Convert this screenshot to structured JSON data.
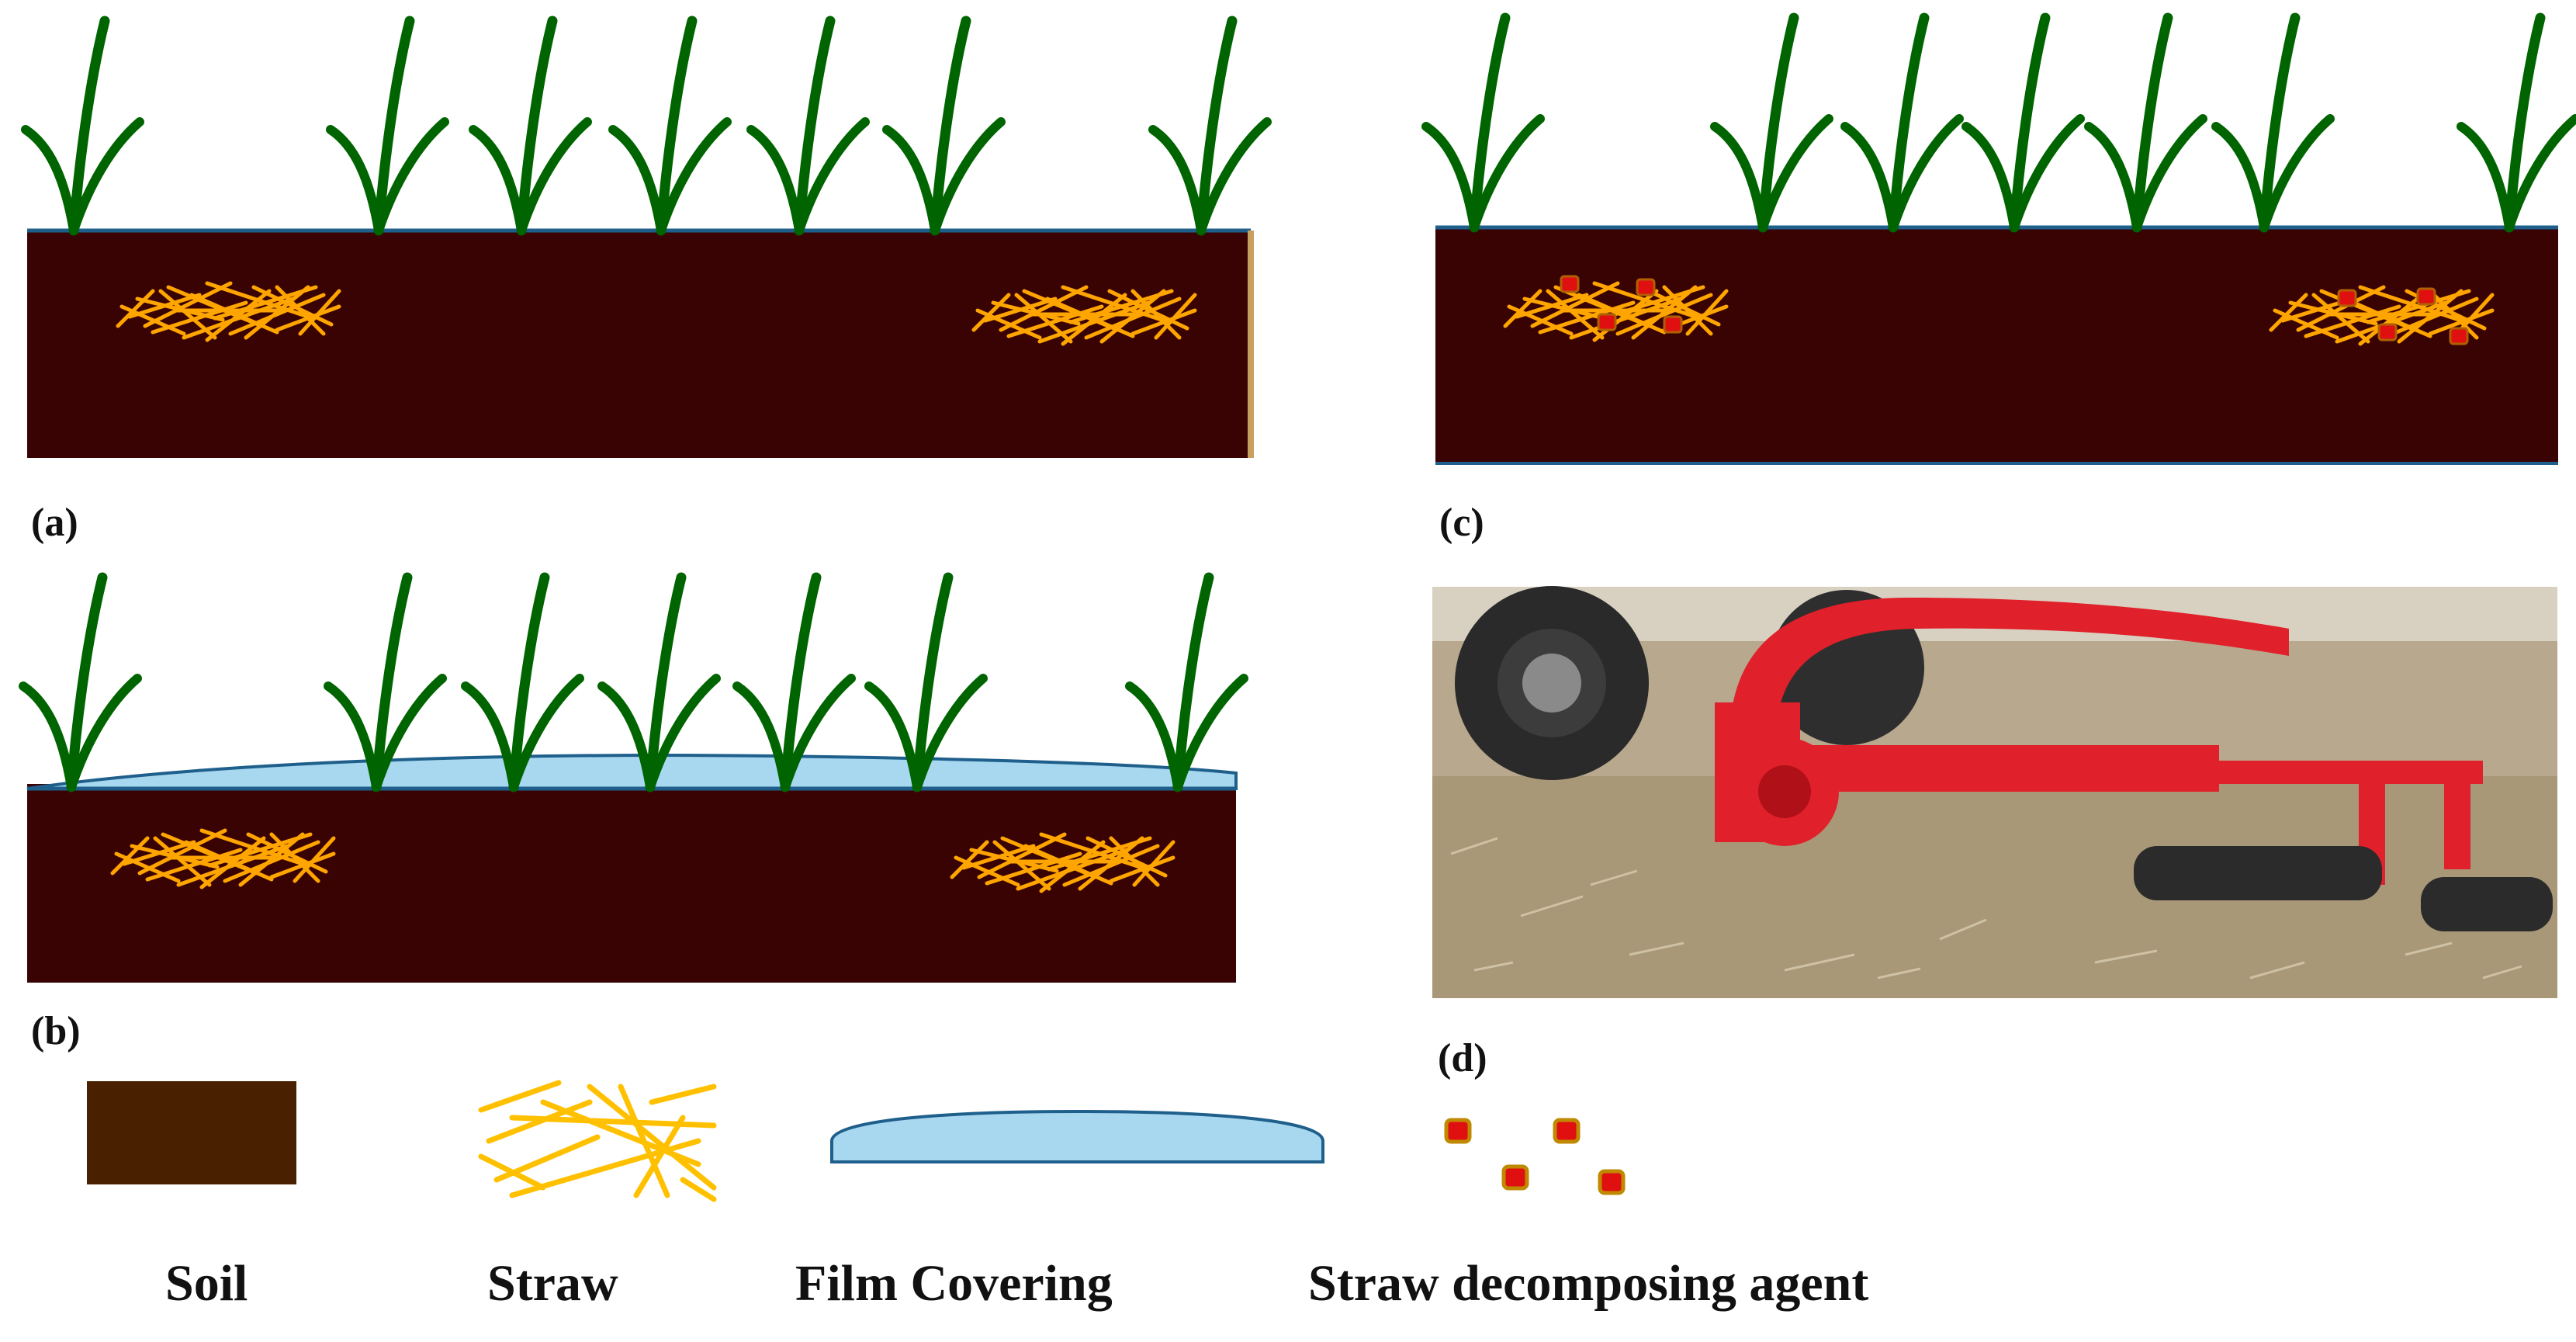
{
  "panels": [
    {
      "id": "a",
      "label": "(a)"
    },
    {
      "id": "b",
      "label": "(b)"
    },
    {
      "id": "c",
      "label": "(c)"
    },
    {
      "id": "d",
      "label": "(d)"
    }
  ],
  "legend": [
    {
      "key": "soil",
      "label": "Soil"
    },
    {
      "key": "straw",
      "label": "Straw"
    },
    {
      "key": "film",
      "label": "Film Covering"
    },
    {
      "key": "agent",
      "label": "Straw decomposing agent"
    }
  ],
  "colors": {
    "soil_panel": "#3a0303",
    "soil_legend": "#4a2100",
    "grass": "#006400",
    "straw": "#ffa500",
    "film": "#a8d7f0",
    "film_outline": "#1f5f8b",
    "agent": "#e01010",
    "machine_red": "#e0202a",
    "photo_ground": "#b8a88e"
  }
}
